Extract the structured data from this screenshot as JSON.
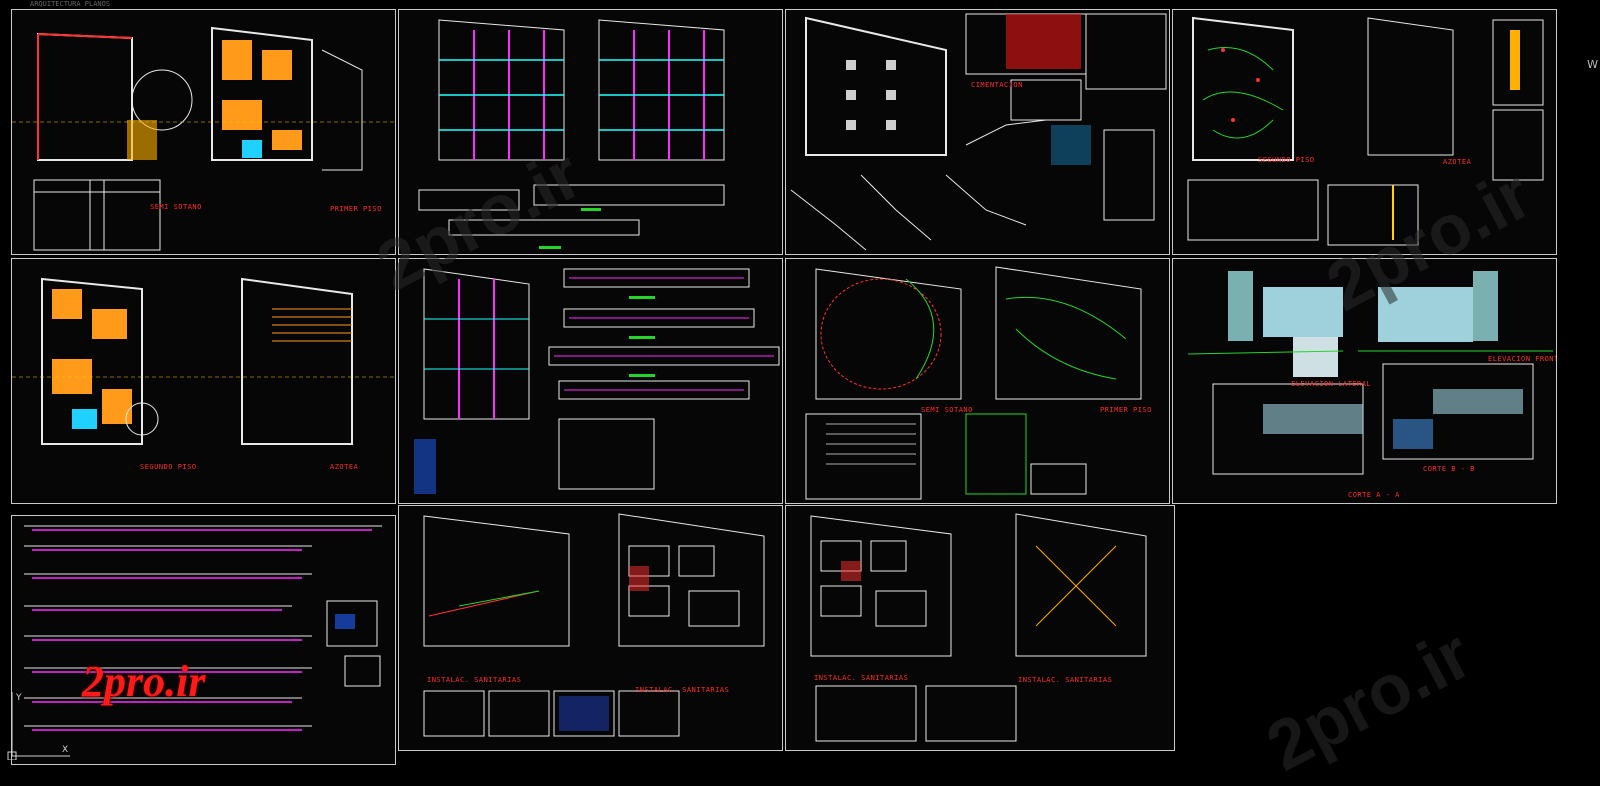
{
  "header": {
    "caption": "ARQUITECTURA PLANOS"
  },
  "viewcube": {
    "label": "W"
  },
  "watermark": {
    "logo": "2pro.ir",
    "faint": "2pro.ir"
  },
  "sheets": [
    {
      "labels": [
        "SEMI SOTANO",
        "PRIMER PISO"
      ]
    },
    {
      "labels": []
    },
    {
      "labels": [
        "CIMENTACION"
      ]
    },
    {
      "labels": [
        "SEGUNDO PISO",
        "AZOTEA"
      ]
    },
    {
      "labels": [
        "SEGUNDO PISO",
        "AZOTEA"
      ]
    },
    {
      "labels": []
    },
    {
      "labels": [
        "SEMI SOTANO",
        "PRIMER PISO"
      ]
    },
    {
      "labels": [
        "ELEVACION LATERAL",
        "ELEVACION FRONTAL",
        "CORTE B - B",
        "CORTE A - A"
      ]
    },
    {
      "labels": []
    },
    {
      "labels": [
        "INSTALAC. SANITARIAS",
        "INSTALAC. SANITARIAS"
      ]
    },
    {
      "labels": [
        "INSTALAC. SANITARIAS",
        "INSTALAC. SANITARIAS"
      ]
    }
  ],
  "colors": {
    "frame": "#c9c9c9",
    "label": "#ff2d2d",
    "logo": "#ff1a1a",
    "accent_green": "#25d42a",
    "wall": "#e8e8e8",
    "furniture": "#ff9a1a"
  }
}
